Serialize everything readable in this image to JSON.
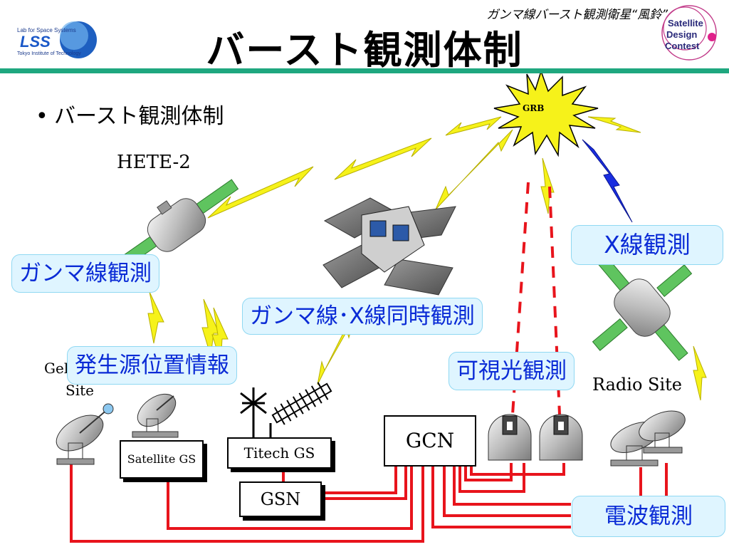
{
  "header": {
    "caption": "ガンマ線バースト観測衛星“風鈴”",
    "title": "バースト観測体制",
    "bullet": "バースト観測体制",
    "logo_left": {
      "line1": "Lab for Space Systems",
      "mark": "LSS",
      "line2": "Tokyo Institute of Technology"
    },
    "logo_right": {
      "line1": "Satellite",
      "line2": "Design",
      "line3": "Contest"
    }
  },
  "diagram": {
    "grb": "GRB",
    "hete": "HETE-2",
    "callouts": {
      "gamma": "ガンマ線観測",
      "gamma_x": "ガンマ線･X線同時観測",
      "position": "発生源位置情報",
      "optical": "可視光観測",
      "xray": "X線観測",
      "radio_obs": "電波観測"
    },
    "sites": {
      "gel": "Gel",
      "site": "Site",
      "radio": "Radio Site"
    },
    "stations": {
      "satellite_gs": "Satellite GS",
      "titech_gs": "Titech GS",
      "gsn": "GSN",
      "gcn": "GCN"
    }
  },
  "colors": {
    "accent_rule": "#1fa77f",
    "callout_bg": "#dff5ff",
    "callout_text": "#0a2bd6",
    "link_red": "#e8141c",
    "lightning_yellow": "#f6f21a",
    "xray_blue": "#1a2ee0"
  }
}
